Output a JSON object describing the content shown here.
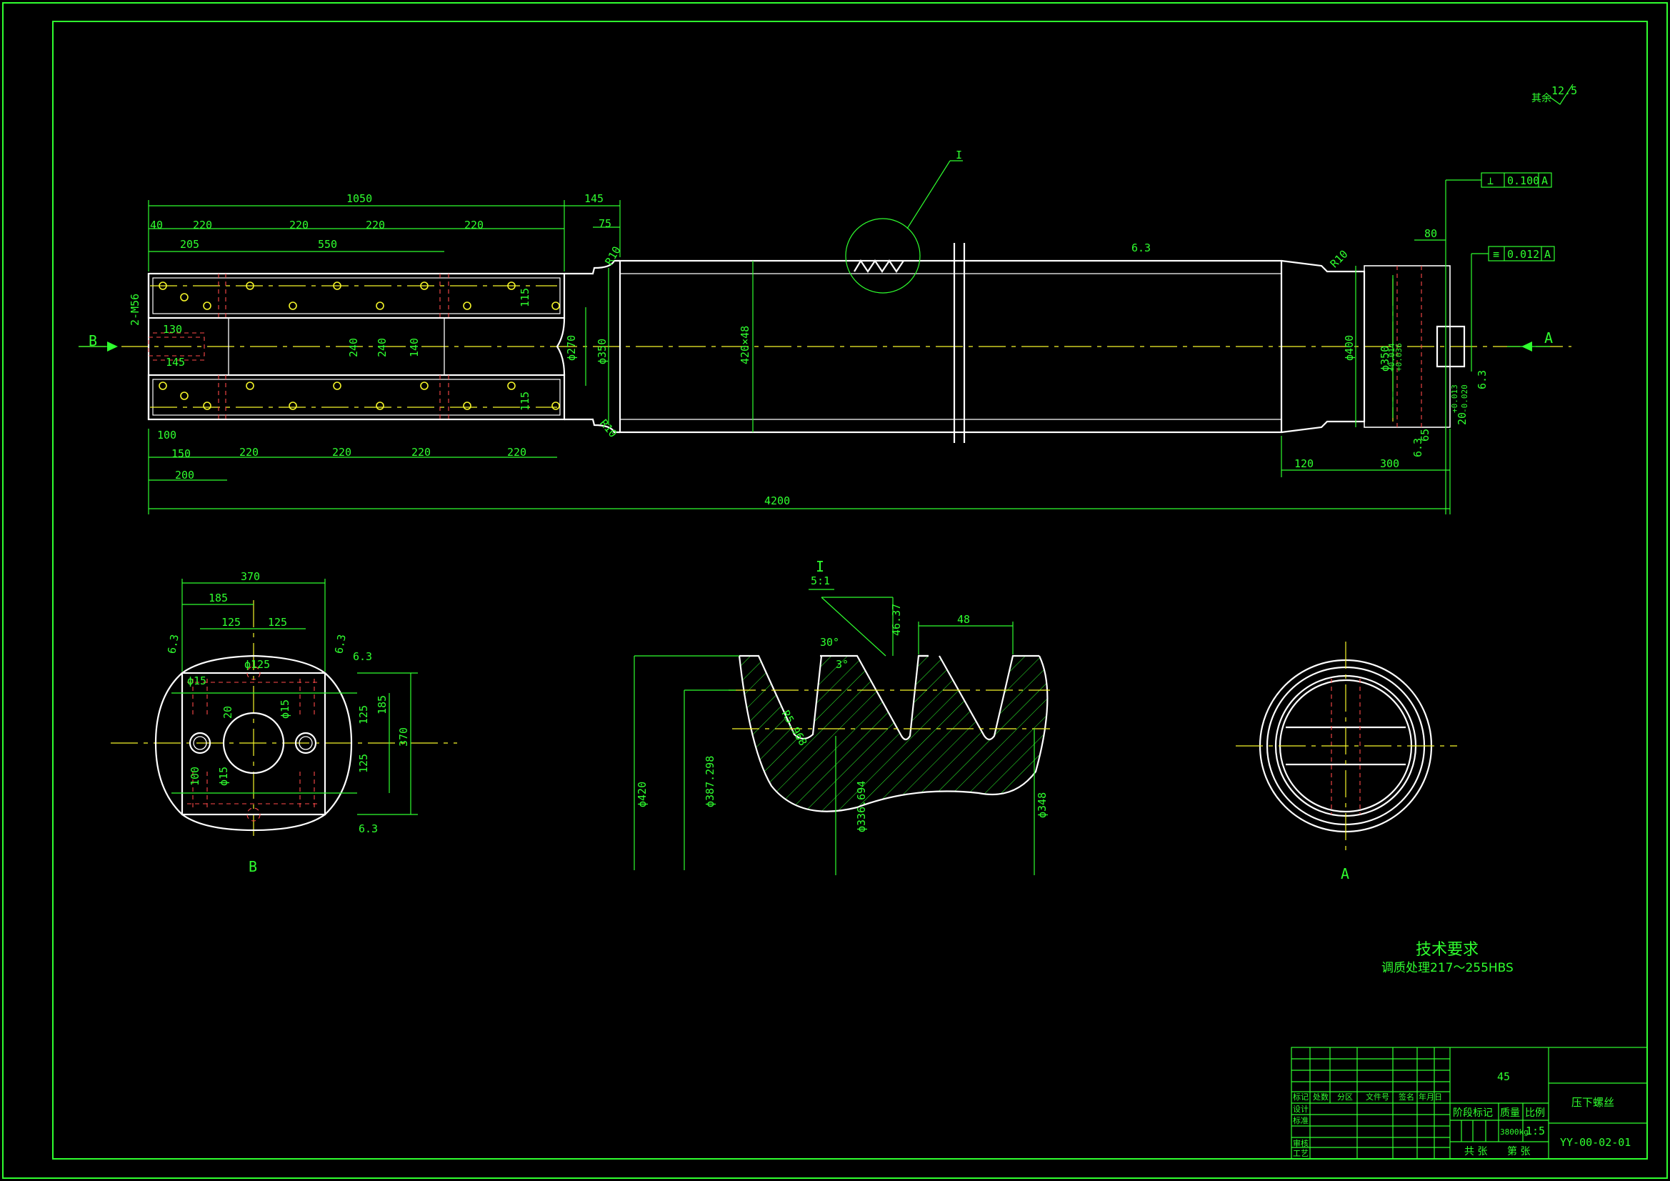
{
  "main_view": {
    "dims_top": [
      "1050",
      "145",
      "40",
      "220",
      "220",
      "220",
      "220",
      "205",
      "550",
      "75"
    ],
    "dims_left": [
      "2-M56",
      "130",
      "145",
      "B",
      "100",
      "150",
      "200"
    ],
    "dims_bottom": [
      "220",
      "220",
      "220",
      "220",
      "4200",
      "120",
      "300"
    ],
    "dims_inner": [
      "240",
      "240",
      "140",
      "115",
      "115",
      "ϕ270",
      "ϕ350",
      "420×48",
      "ϕ400",
      "ϕ350"
    ],
    "radii": [
      "R10",
      "R10",
      "R10"
    ],
    "right": [
      "80",
      "A",
      "6.3",
      "6.3",
      "6.3"
    ],
    "tolerance_perp": {
      "symbol": "⊥",
      "value": "0.100",
      "datum": "A"
    },
    "tolerance_sym": {
      "symbol": "≡",
      "value": "0.012",
      "datum": "A"
    },
    "fit_350": [
      "+0.014",
      "+0.036"
    ],
    "fit_20": [
      "+0.013",
      "-0.020"
    ],
    "fit_20_base": "20",
    "surface_mid": "6.3",
    "detail_callout": "I",
    "dim_635": "6.3",
    "dim_65": "65"
  },
  "surface_rest": {
    "label": "其余",
    "value": "12.5"
  },
  "view_b": {
    "label": "B",
    "dims": [
      "370",
      "185",
      "125",
      "125",
      "ϕ15",
      "ϕ125",
      "20",
      "ϕ15",
      "100",
      "ϕ15",
      "125",
      "185",
      "370",
      "125"
    ],
    "surface": [
      "6.3",
      "6.3",
      "6.3",
      "6.3"
    ]
  },
  "detail": {
    "title": "I",
    "scale": "5:1",
    "dims": [
      "30°",
      "3°",
      "46.37",
      "48",
      "R5.968",
      "ϕ420",
      "ϕ387.298",
      "ϕ336.694",
      "ϕ348"
    ]
  },
  "view_a": {
    "label": "A"
  },
  "tech_req": {
    "title": "技术要求",
    "line1": "调质处理217～255HBS"
  },
  "title_block": {
    "material": "45",
    "part_name": "压下螺丝",
    "drawing_no": "YY-00-02-01",
    "headers": [
      "标记",
      "处数",
      "分区",
      "文件号",
      "签名",
      "年月日"
    ],
    "rows": [
      "设计",
      "标准",
      "审核",
      "工艺"
    ],
    "stage": "阶段标记",
    "mass": "质量",
    "ratio": "比例",
    "mass_value": "3800kg",
    "ratio_value": "1:5",
    "sheets_total": "共 张",
    "sheet_no": "第 张"
  }
}
